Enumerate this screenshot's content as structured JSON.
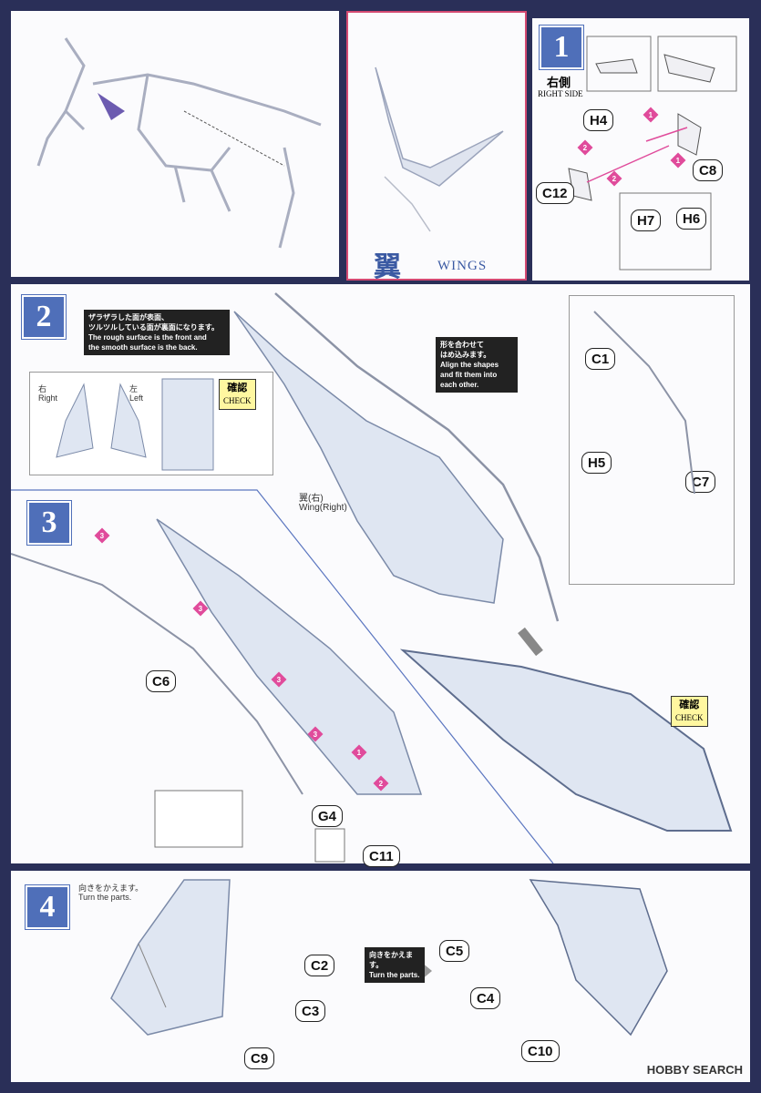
{
  "header": {
    "wings_jp": "翼",
    "wings_en": "WINGS"
  },
  "step1": {
    "number": "1",
    "side_jp": "右側",
    "side_en": "RIGHT SIDE",
    "parts": [
      "H4",
      "C8",
      "C12",
      "H7",
      "H6"
    ]
  },
  "step2": {
    "number": "2",
    "note_jp_1": "ザラザラした面が表面、",
    "note_jp_2": "ツルツルしている面が裏面になります。",
    "note_en_1": "The rough surface is the front and",
    "note_en_2": "the smooth surface is the back.",
    "right_jp": "右",
    "right_en": "Right",
    "left_jp": "左",
    "left_en": "Left",
    "check_jp": "確認",
    "check_en": "CHECK",
    "align_jp_1": "形を合わせて",
    "align_jp_2": "はめ込みます。",
    "align_en_1": "Align the shapes",
    "align_en_2": "and fit them into",
    "align_en_3": "each other.",
    "wing_jp": "翼(右)",
    "wing_en": "Wing(Right)",
    "parts": [
      "C1",
      "H5",
      "C7"
    ]
  },
  "step3": {
    "number": "3",
    "parts": [
      "C6",
      "G4",
      "C11"
    ],
    "check_jp": "確認",
    "check_en": "CHECK"
  },
  "step4": {
    "number": "4",
    "turn_jp": "向きをかえます。",
    "turn_en": "Turn the parts.",
    "turn2_jp": "向きをかえます。",
    "turn2_en": "Turn the parts.",
    "parts": [
      "C2",
      "C3",
      "C9",
      "C5",
      "C4",
      "C10"
    ]
  },
  "watermark": "HOBBY SEARCH"
}
